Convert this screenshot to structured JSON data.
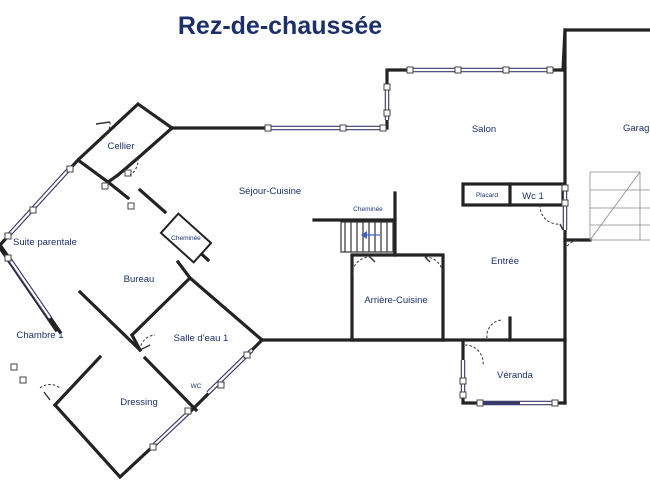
{
  "plan": {
    "title": "Rez-de-chaussée",
    "rooms": {
      "salon": "Salon",
      "garage": "Garag",
      "cellier": "Cellier",
      "sejour": "Séjour-Cuisine",
      "cheminee": "Cheminée",
      "cheminee_box": "Cheminée",
      "placard": "Placard",
      "wc1": "Wc 1",
      "suite": "Suite parentale",
      "bureau": "Bureau",
      "entree": "Entrée",
      "arriere": "Arrière-Cuisine",
      "chambre": "Chambre 1",
      "salle_eau": "Salle d'eau 1",
      "wc": "WC",
      "veranda": "Véranda",
      "dressing": "Dressing"
    }
  }
}
